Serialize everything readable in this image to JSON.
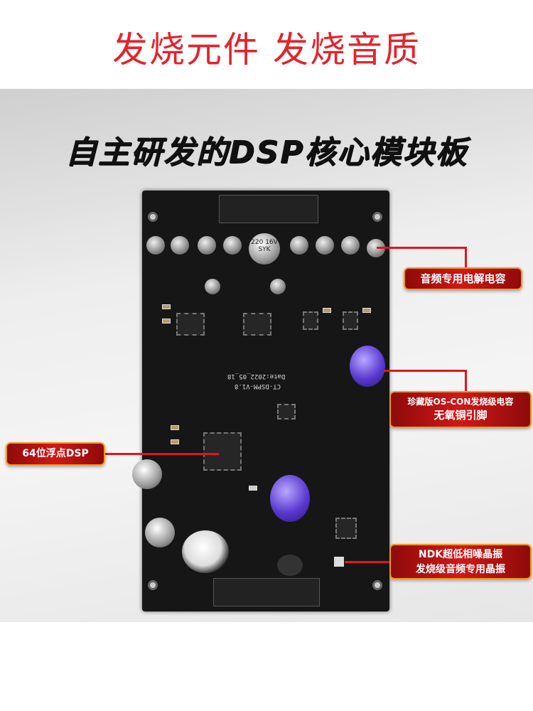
{
  "top_title": "发烧元件  发烧音质",
  "headline": "自主研发的DSP核心模块板",
  "board": {
    "model": "CT-DSPM-V1.8",
    "date": "Date:2022_05_18",
    "cap_marking": "220 16V SYK"
  },
  "callouts": [
    {
      "lines": [
        "音频专用电解电容"
      ]
    },
    {
      "lines": [
        "珍藏版OS-CON发烧级电容",
        "无氧铜引脚"
      ]
    },
    {
      "lines": [
        "64位浮点DSP"
      ]
    },
    {
      "lines": [
        "NDK超低相噪晶振",
        "发烧级音频专用晶振"
      ]
    }
  ],
  "colors": {
    "accent": "#e3242b",
    "label_bg": "#c01515",
    "label_border": "#f29a1a"
  }
}
